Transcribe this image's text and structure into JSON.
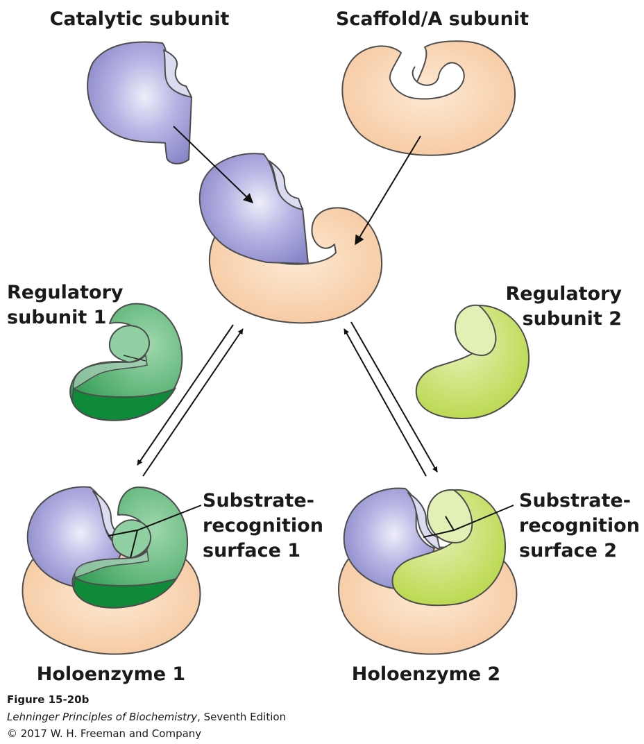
{
  "labels": {
    "catalytic": "Catalytic subunit",
    "scaffold": "Scaffold/A subunit",
    "reg1_line1": "Regulatory",
    "reg1_line2": "subunit 1",
    "reg2_line1": "Regulatory",
    "reg2_line2": "subunit 2",
    "surf1_line1": "Substrate-",
    "surf1_line2": "recognition",
    "surf1_line3": "surface 1",
    "surf2_line1": "Substrate-",
    "surf2_line2": "recognition",
    "surf2_line3": "surface 2",
    "holo1": "Holoenzyme 1",
    "holo2": "Holoenzyme 2"
  },
  "caption": {
    "figure": "Figure 15-20b",
    "book_title": "Lehninger Principles of Biochemistry",
    "book_edition": ", Seventh Edition",
    "copyright": "© 2017 W. H. Freeman and Company"
  },
  "colors": {
    "catalytic": "#9a97d6",
    "catalytic_pocket": "#dcdcf0",
    "scaffold": "#f8cfa7",
    "regulatory1": "#2e9e52",
    "regulatory1_dark": "#0f8a38",
    "regulatory2": "#bfdc58",
    "regulatory2_light": "#e2f0b6"
  }
}
